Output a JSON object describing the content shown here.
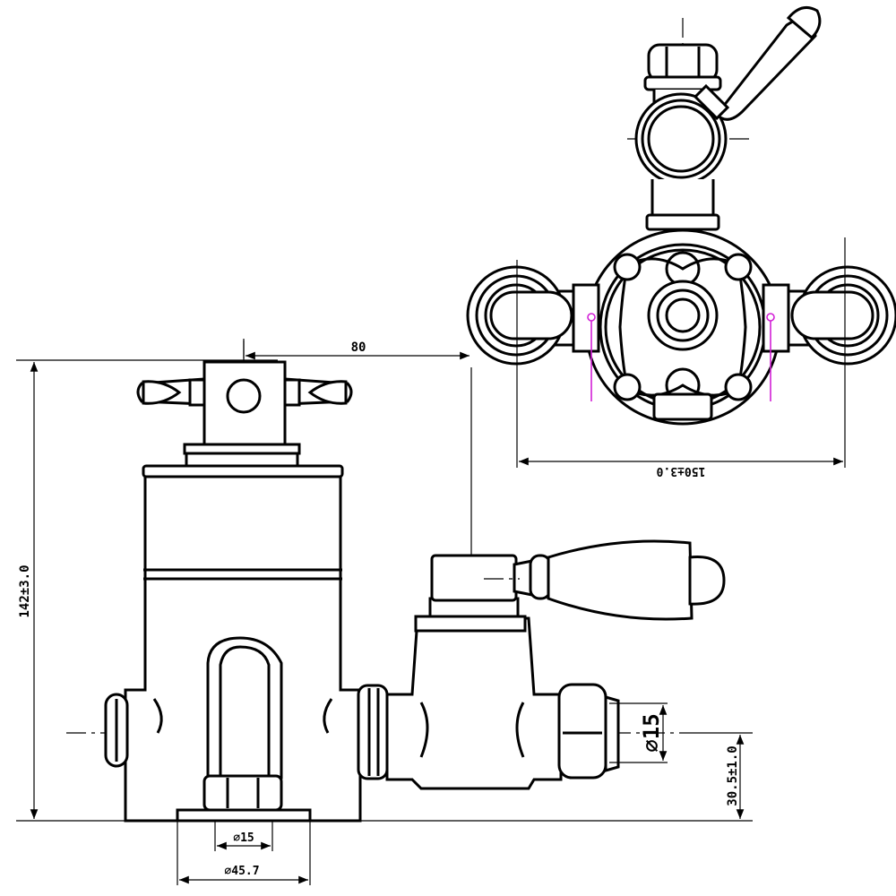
{
  "dimensions": {
    "width_top": "80",
    "height_total": "142±3.0",
    "centers_top_view": "150±3.0",
    "pipe_outlet_dia": "⌀15",
    "base_pipe_dia": "⌀15",
    "base_flange_dia": "⌀45.7",
    "outlet_height": "30.5±1.0"
  },
  "colors": {
    "line": "#000000",
    "marker": "#d21fd6"
  }
}
